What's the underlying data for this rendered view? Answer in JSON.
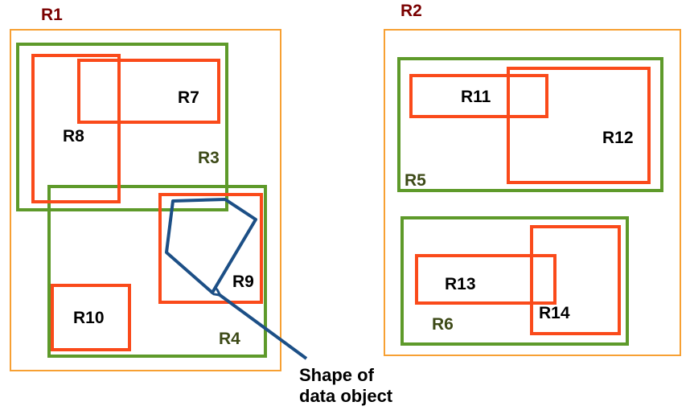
{
  "colors": {
    "orange": "#f7a033",
    "green": "#5e9a2a",
    "red": "#fa4a1a",
    "blue": "#1c4f86",
    "label_dark_red": "#7a0000",
    "label_olive": "#3d4a17",
    "label_black": "#000000"
  },
  "regions": {
    "r1": "R1",
    "r2": "R2",
    "r3": "R3",
    "r4": "R4",
    "r5": "R5",
    "r6": "R6",
    "r7": "R7",
    "r8": "R8",
    "r9": "R9",
    "r10": "R10",
    "r11": "R11",
    "r12": "R12",
    "r13": "R13",
    "r14": "R14"
  },
  "annotation": {
    "line1": "Shape of",
    "line2": "data object"
  }
}
